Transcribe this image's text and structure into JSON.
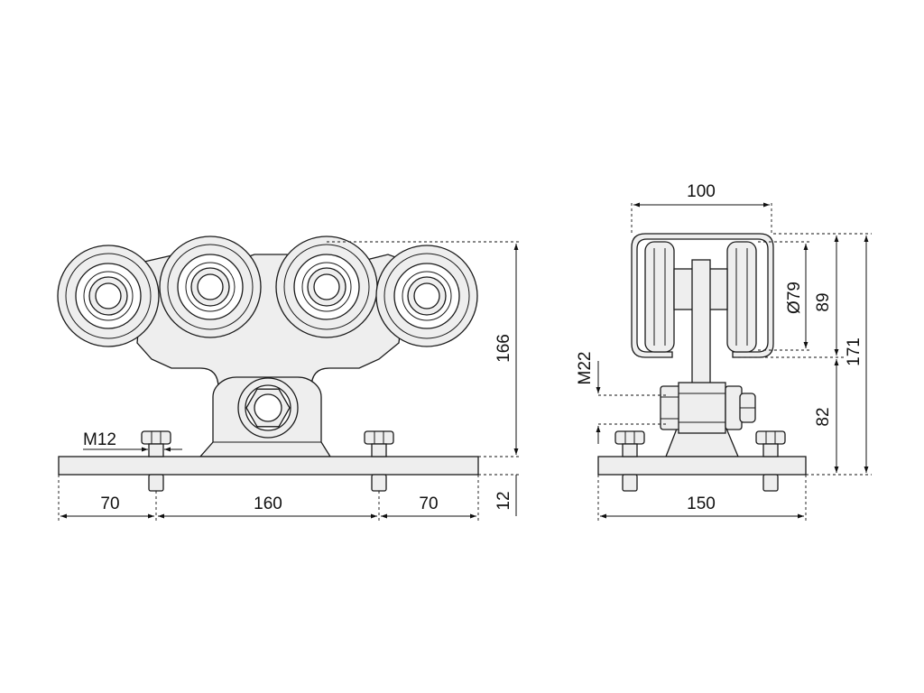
{
  "colors": {
    "line": "#1a1a1a",
    "part_fill": "#eeeeee",
    "background": "#ffffff"
  },
  "front_view": {
    "bolt_label": "M12",
    "dim_height": "166",
    "dim_plate_thickness": "12",
    "dim_left": "70",
    "dim_center": "160",
    "dim_right": "70"
  },
  "side_view": {
    "dim_top_width": "100",
    "dim_wheel_diameter": "Ø79",
    "dim_profile_height": "89",
    "dim_total_height": "171",
    "dim_lower_height": "82",
    "bolt_label": "M22",
    "dim_plate_width": "150"
  }
}
